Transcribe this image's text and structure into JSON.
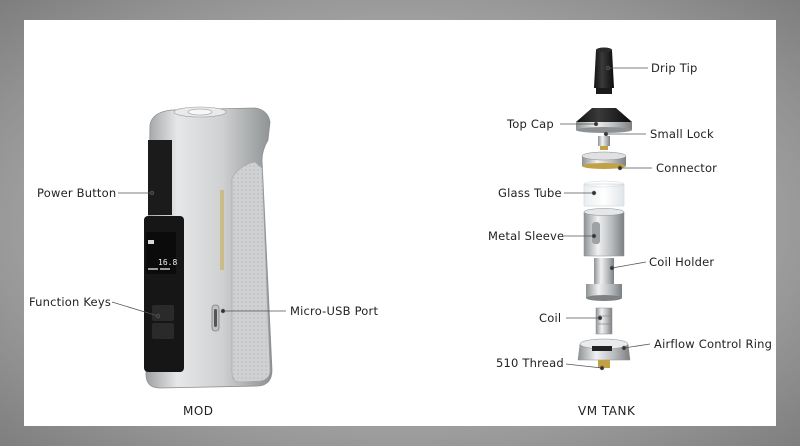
{
  "labels": {
    "power_button": "Power Button",
    "function_keys": "Function Keys",
    "micro_usb_port": "Micro-USB Port",
    "drip_tip": "Drip Tip",
    "top_cap": "Top Cap",
    "small_lock": "Small Lock",
    "connector": "Connector",
    "glass_tube": "Glass Tube",
    "metal_sleeve": "Metal Sleeve",
    "coil_holder": "Coil Holder",
    "coil": "Coil",
    "airflow_control_ring": "Airflow Control Ring",
    "thread_510": "510 Thread"
  },
  "titles": {
    "mod": "MOD",
    "tank": "VM TANK"
  },
  "screen": {
    "reading": "16.8"
  },
  "colors": {
    "outer": "#8a8a8a",
    "panel": "#ffffff",
    "silver": "#c9cbcc",
    "dark": "#1b1b1b",
    "leader": "#555555"
  }
}
